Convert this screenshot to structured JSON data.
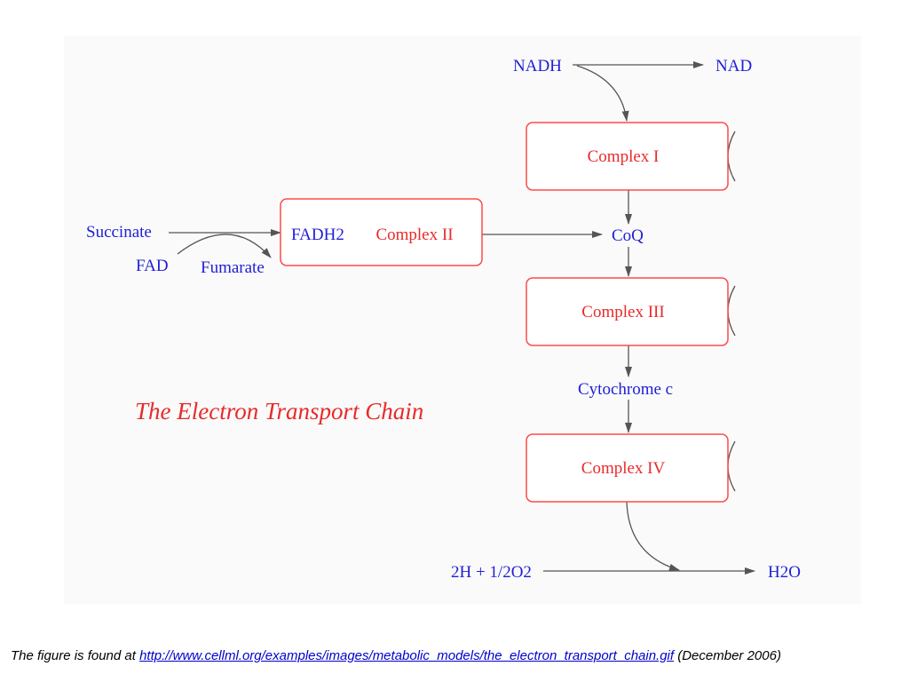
{
  "diagram": {
    "title": "The Electron Transport Chain",
    "labels": {
      "nadh": "NADH",
      "nad": "NAD",
      "succinate": "Succinate",
      "fad": "FAD",
      "fumarate": "Fumarate",
      "fadh2": "FADH2",
      "coq": "CoQ",
      "cytochrome_c": "Cytochrome c",
      "oxygen": "2H + 1/2O2",
      "water": "H2O"
    },
    "complexes": {
      "c1": "Complex I",
      "c2": "Complex II",
      "c3": "Complex III",
      "c4": "Complex IV"
    }
  },
  "caption": {
    "prefix": "The figure is found at ",
    "link_text": "http://www.cellml.org/examples/images/metabolic_models/the_electron_transport_chain.gif",
    "suffix": " (December 2006)"
  },
  "colors": {
    "label": "#1f1fd6",
    "complex": "#e82a2a",
    "edge": "#555555",
    "link": "#0000cc"
  }
}
